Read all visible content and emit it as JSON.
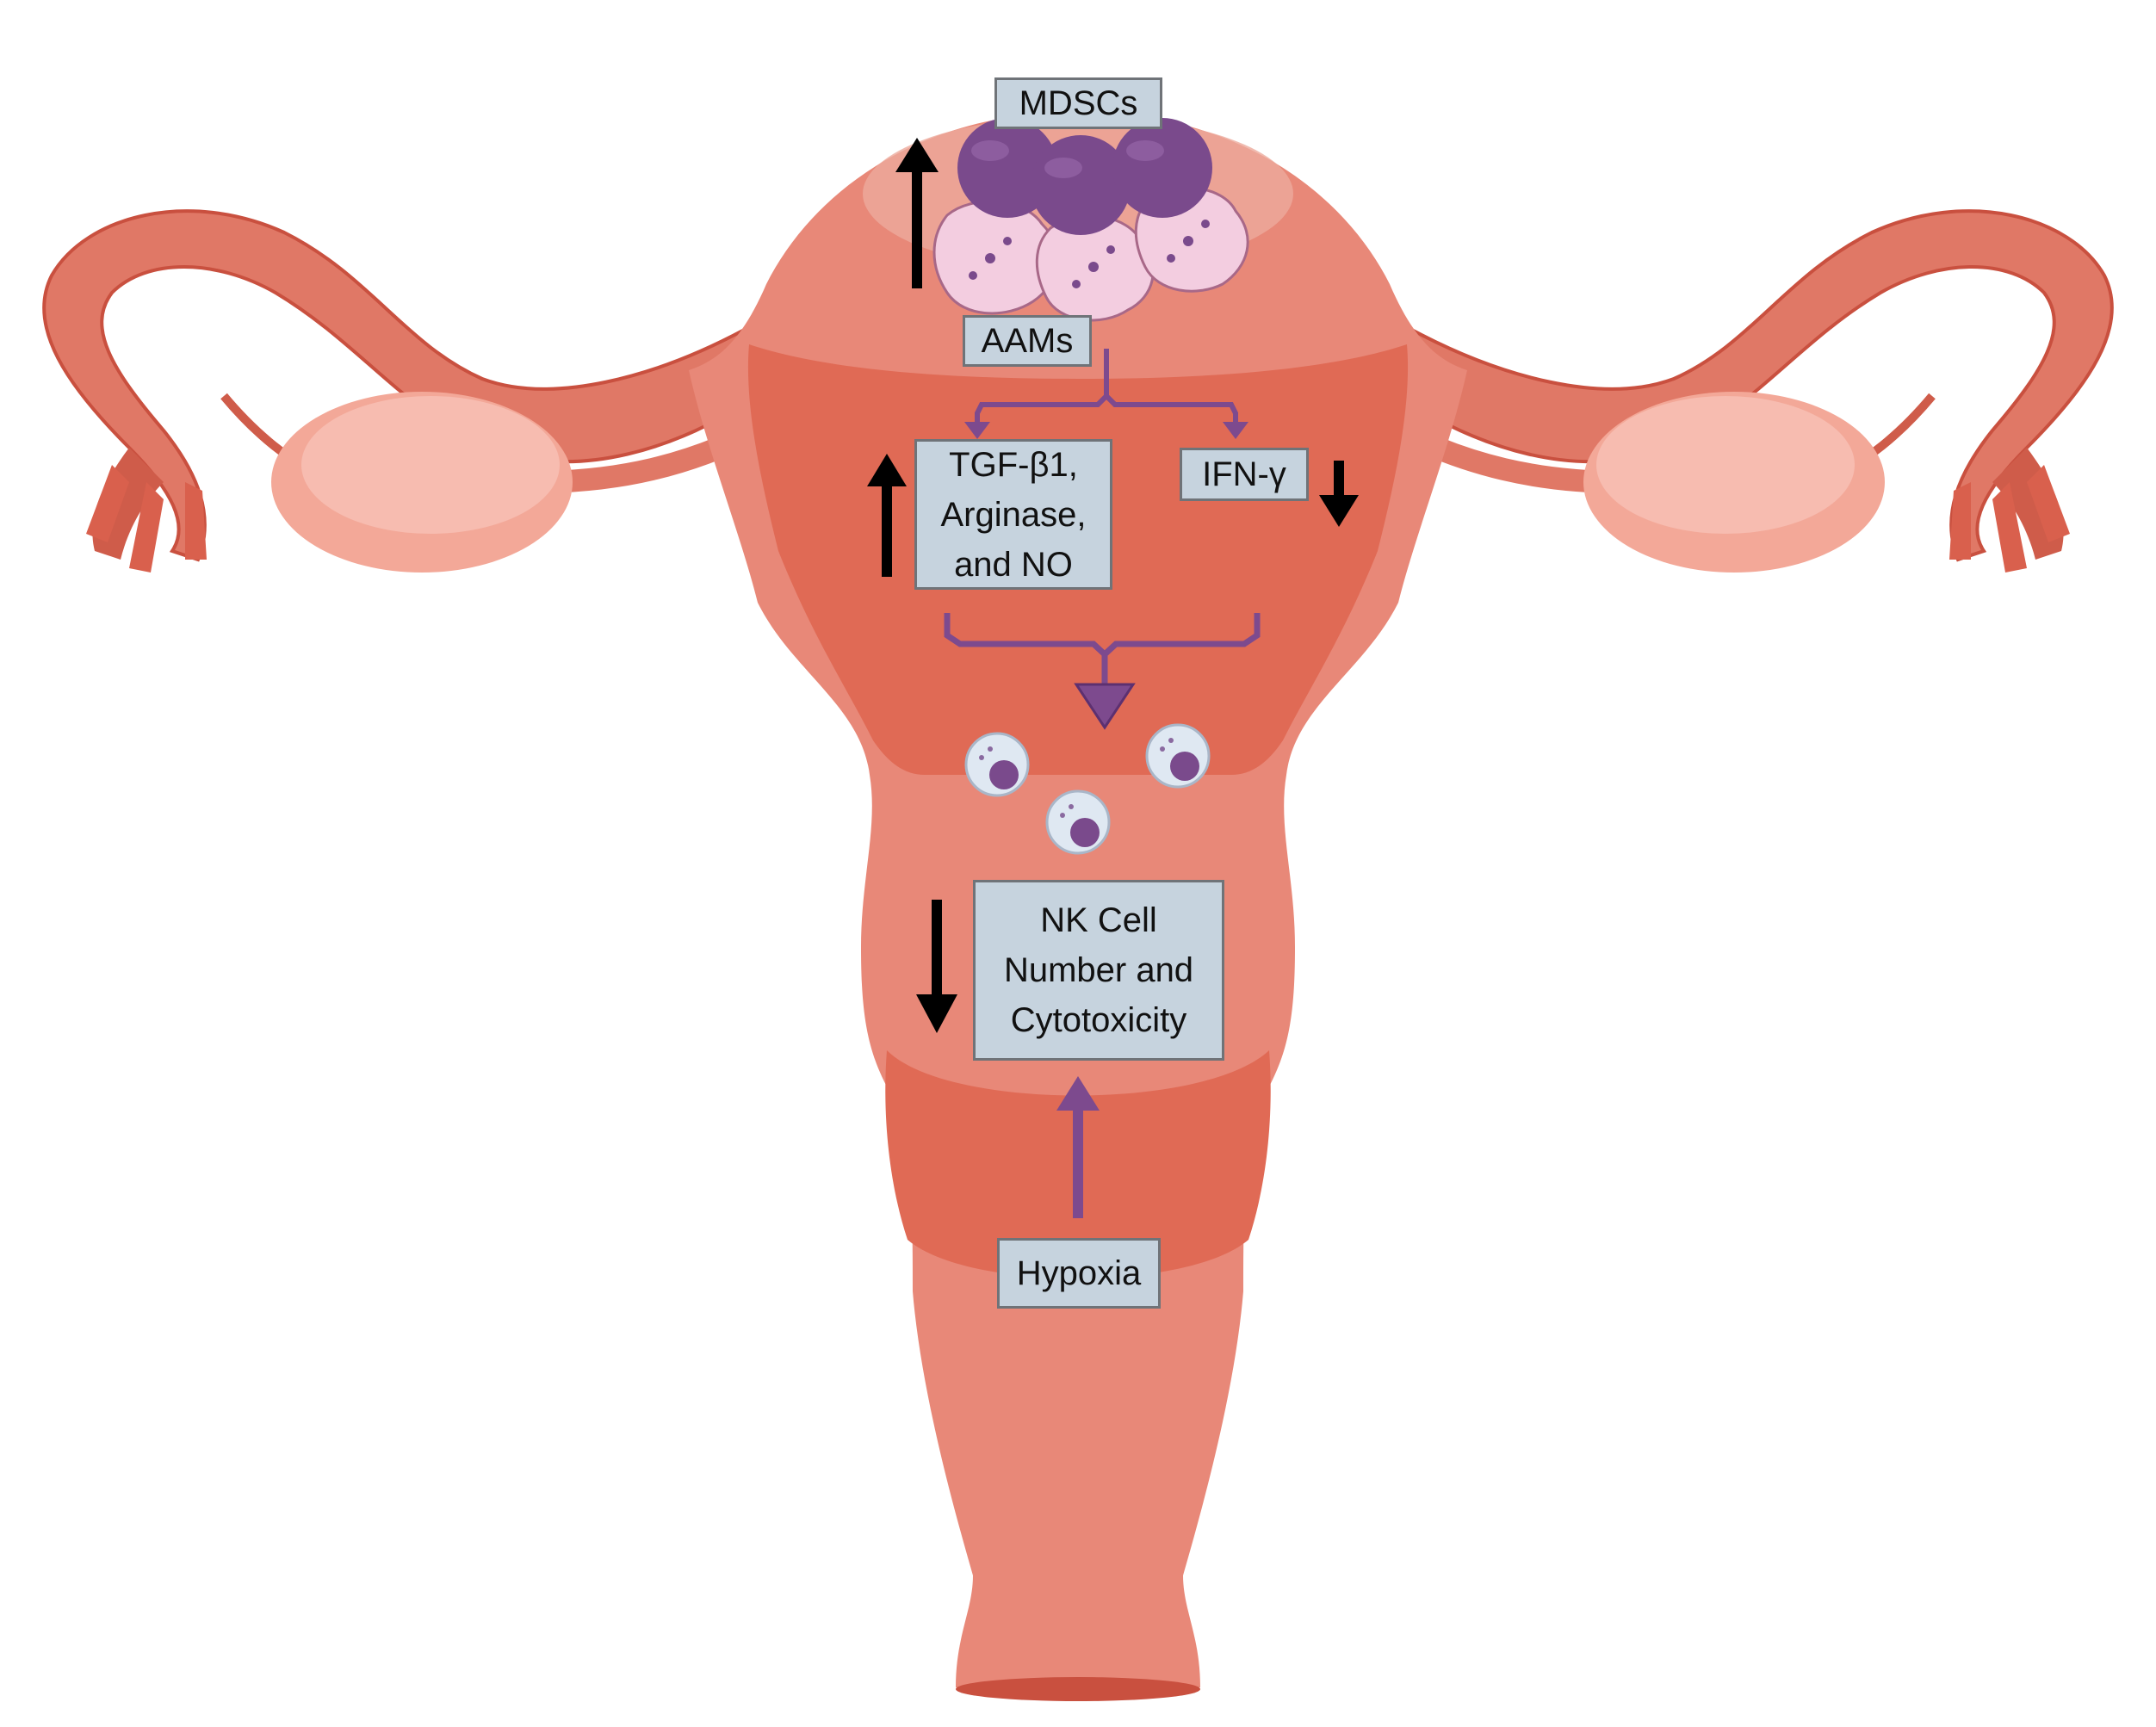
{
  "labels": {
    "mdscs": "MDSCs",
    "aams": "AAMs",
    "tgf": "TGF-β1,\nArginase,\nand NO",
    "ifn": "IFN-γ",
    "nk": "NK Cell\nNumber and\nCytotoxicity",
    "hypoxia": "Hypoxia"
  },
  "colors": {
    "uterus_light": "#e88878",
    "uterus_mid": "#e06a55",
    "uterus_dark": "#c9503f",
    "ovary": "#f5b6a8",
    "mdsc_purple": "#7a4a8c",
    "aam_pink": "#f3cde0",
    "arrow_purple": "#7d4a8e",
    "arrow_black": "#000000",
    "box_fill": "#c6d3de",
    "box_border": "#6f7378"
  },
  "changes": {
    "mdscs_aams": "increase",
    "tgf_arginase_no": "increase",
    "ifn_gamma": "decrease",
    "nk_cell_number_cytotoxicity": "decrease"
  }
}
